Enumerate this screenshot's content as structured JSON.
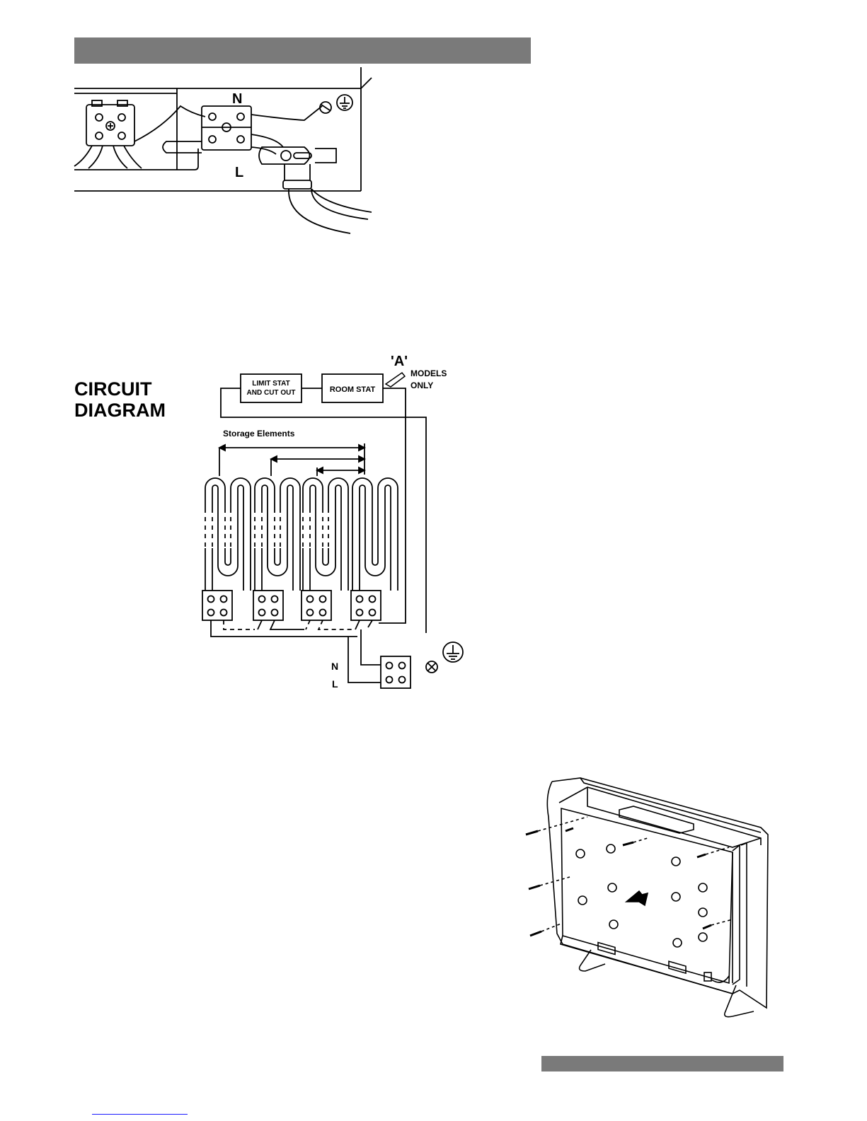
{
  "terminal_figure": {
    "neutral_label": "N",
    "live_label": "L"
  },
  "circuit": {
    "heading_line1": "CIRCUIT",
    "heading_line2": "DIAGRAM",
    "limit_stat_line1": "LIMIT STAT",
    "limit_stat_line2": "AND CUT OUT",
    "room_stat": "ROOM STAT",
    "a_label": "'A'",
    "models_line1": "MODELS",
    "models_line2": "ONLY",
    "storage_elements": "Storage Elements",
    "neutral_label": "N",
    "live_label": "L"
  },
  "colors": {
    "header_bar": "#7a7a7a",
    "footer_link": "#1a1aff"
  }
}
